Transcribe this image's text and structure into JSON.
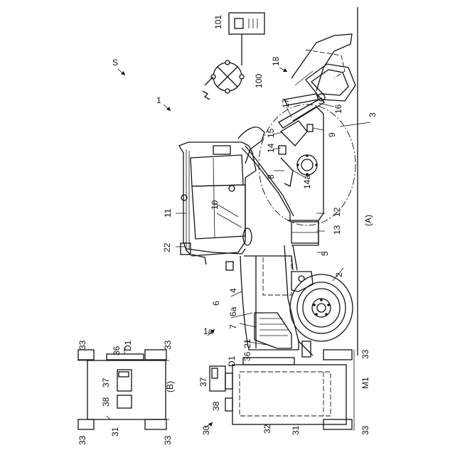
{
  "figure": {
    "labels": {
      "s": "S",
      "n1": "1",
      "n1a": "1a",
      "n2": "2",
      "n3": "3",
      "n4": "4",
      "n5": "5",
      "n6": "6",
      "n6a": "6a",
      "n7": "7",
      "n8": "8",
      "n9": "9",
      "n10": "10",
      "n11": "11",
      "n12": "12",
      "n13": "13",
      "n14": "14",
      "n14a": "14a",
      "n15": "15",
      "n16": "16",
      "n17": "17",
      "n18": "18",
      "n21": "21",
      "n22": "22",
      "n100": "100",
      "n101": "101",
      "panel_a": "(A)",
      "panel_b": "(B)",
      "n30": "30",
      "n31a": "31",
      "n32": "32",
      "n33a": "33",
      "n33b": "33",
      "n36a": "36",
      "n37a": "37",
      "n38a": "38",
      "d1a": "D1",
      "m1": "M1",
      "n31b": "31",
      "n33c": "33",
      "n33d": "33",
      "n33e": "33",
      "n33f": "33",
      "n36b": "36",
      "n37b": "37",
      "n38b": "38",
      "d1b": "D1"
    }
  }
}
